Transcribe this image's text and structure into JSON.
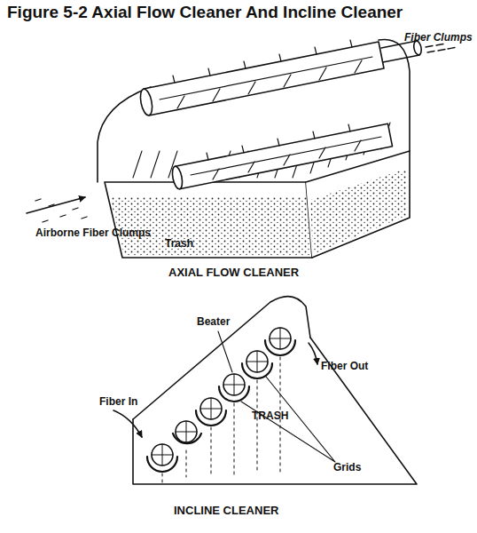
{
  "diagram": {
    "title": "Figure 5-2 Axial Flow Cleaner And Incline Cleaner",
    "labels": [
      "Fiber Clumps",
      "Airborne Fiber Clumps",
      "Trash",
      "AXIAL FLOW CLEANER",
      "Beater",
      "Fiber In",
      "TRASH",
      "Fiber Out",
      "Grids",
      "INCLINE CLEANER"
    ]
  }
}
